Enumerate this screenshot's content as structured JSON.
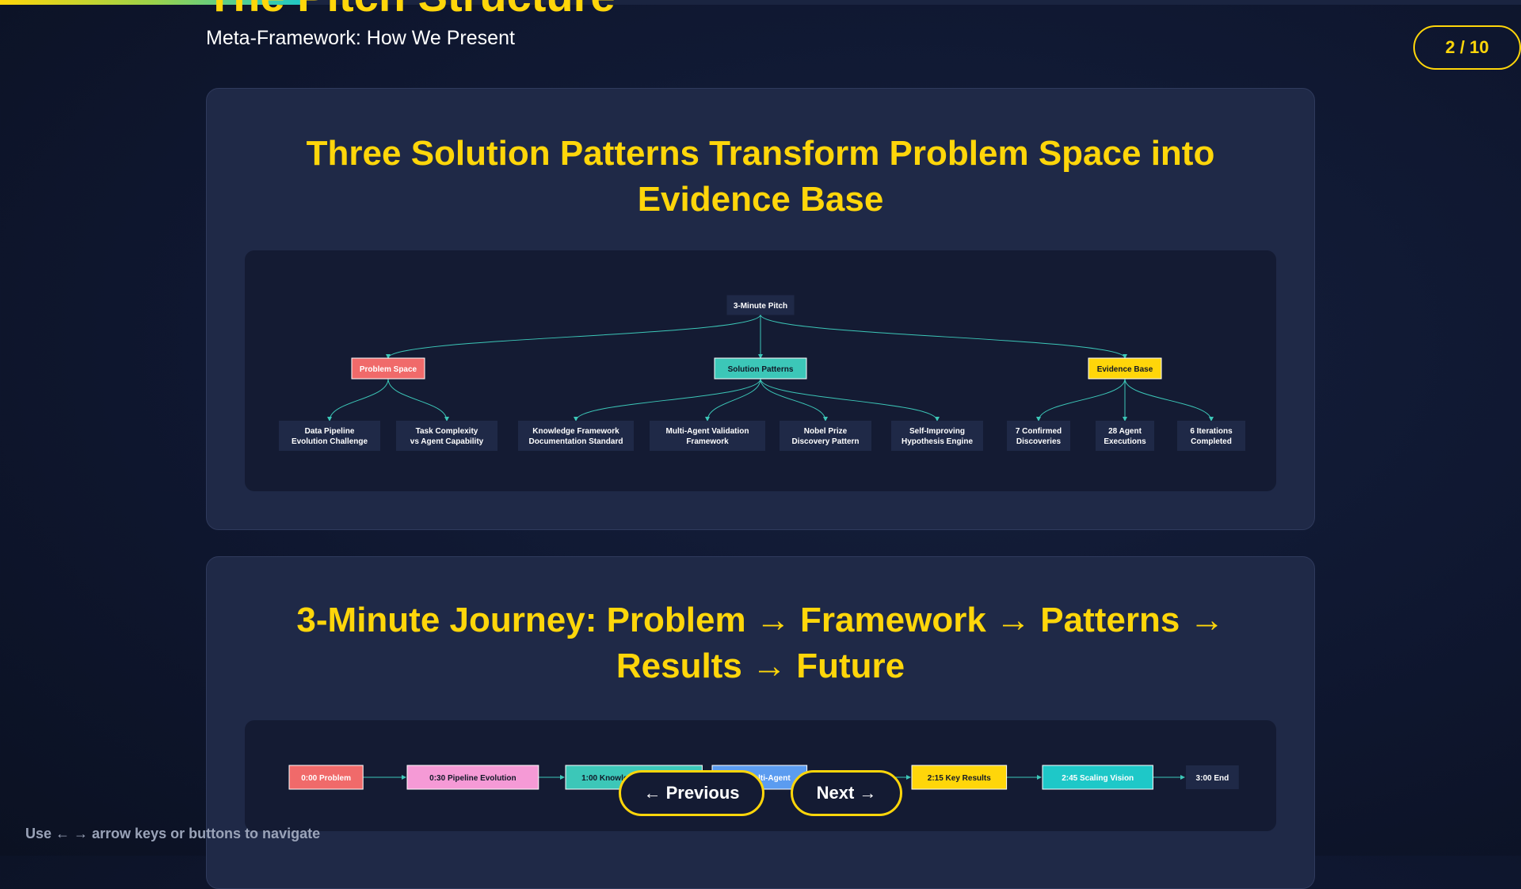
{
  "header": {
    "partial_title": "The Pitch Structure",
    "subtitle": "Meta-Framework: How We Present",
    "counter": "2 / 10",
    "progress": 0.2
  },
  "card1": {
    "title": "Three Solution Patterns Transform Problem Space into Evidence Base",
    "root": "3-Minute Pitch",
    "branches": [
      {
        "label": "Problem Space",
        "color": "#f06a6a",
        "children": [
          [
            "Data Pipeline",
            "Evolution Challenge"
          ],
          [
            "Task Complexity",
            "vs Agent Capability"
          ]
        ]
      },
      {
        "label": "Solution Patterns",
        "color": "#3cc7b8",
        "children": [
          [
            "Knowledge Framework",
            "Documentation Standard"
          ],
          [
            "Multi-Agent Validation",
            "Framework"
          ],
          [
            "Nobel Prize",
            "Discovery Pattern"
          ],
          [
            "Self-Improving",
            "Hypothesis Engine"
          ]
        ]
      },
      {
        "label": "Evidence Base",
        "color": "#ffd60a",
        "children": [
          [
            "7 Confirmed",
            "Discoveries"
          ],
          [
            "28 Agent",
            "Executions"
          ],
          [
            "6 Iterations",
            "Completed"
          ]
        ]
      }
    ]
  },
  "card2": {
    "title": "3-Minute Journey: Problem → Framework → Patterns → Results → Future",
    "timeline": [
      {
        "label": "0:00 Problem",
        "color": "#f06a6a"
      },
      {
        "label": "0:30 Pipeline Evolution",
        "color": "#f59ad6"
      },
      {
        "label": "1:00 Knowledge Framework",
        "color": "#3cc7b8"
      },
      {
        "label": "1:30 Multi-Agent",
        "color": "#5b9cf0"
      },
      {
        "label": "2:15 Key Results",
        "color": "#ffd60a"
      },
      {
        "label": "2:45 Scaling Vision",
        "color": "#1ec8c8"
      },
      {
        "label": "3:00 End",
        "color": "#1f2947"
      }
    ]
  },
  "nav": {
    "previous": "← Previous",
    "next": "Next →",
    "hint": "Use ← → arrow keys or buttons to navigate"
  }
}
